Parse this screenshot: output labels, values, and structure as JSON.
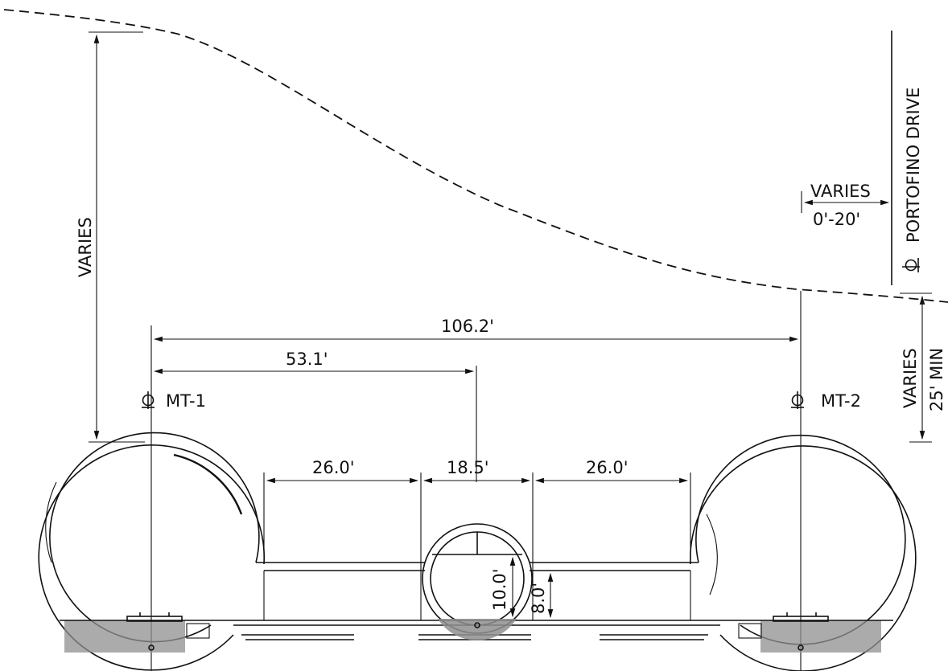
{
  "labels": {
    "varies_left": "VARIES",
    "varies_top": "VARIES",
    "range_top": "0'-20'",
    "portofino": "PORTOFINO DRIVE",
    "varies_right": "VARIES",
    "min_right": "25' MIN",
    "dim_total": "106.2'",
    "dim_half": "53.1'",
    "mt1": "MT-1",
    "mt2": "MT-2",
    "dim_left_span": "26.0'",
    "dim_mid_span": "18.5'",
    "dim_right_span": "26.0'",
    "dim_mid_height": "10.0'",
    "dim_side_height": "8.0'"
  },
  "colors": {
    "line": "#111111",
    "ballast": "#8f8f8f"
  },
  "icons": {
    "centerline": "centerline-symbol"
  }
}
